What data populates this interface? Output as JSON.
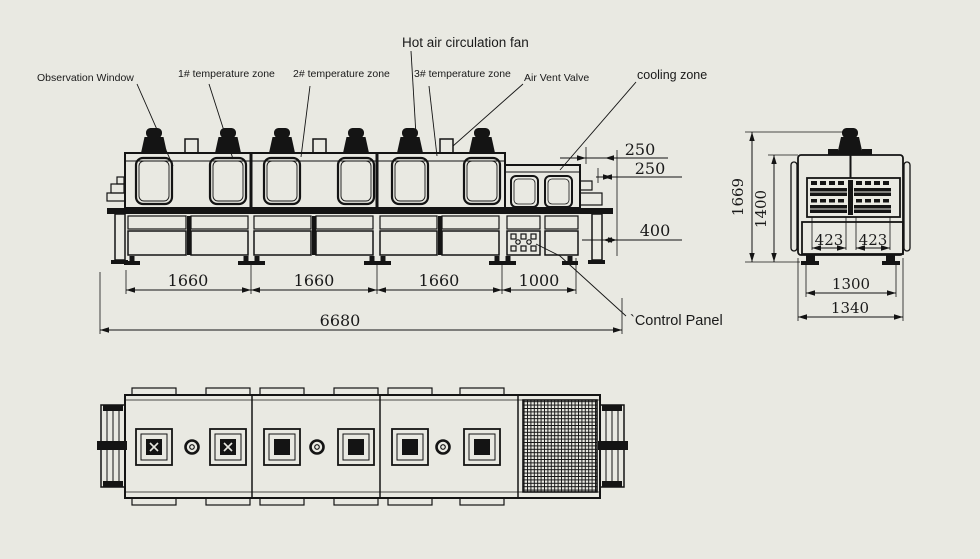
{
  "colors": {
    "background": "#e9e9e2",
    "line": "#141414",
    "text": "#1a1a1a"
  },
  "labels": {
    "observation_window": "Observation Window",
    "temp_zone_1": "1# temperature zone",
    "temp_zone_2": "2# temperature zone",
    "temp_zone_3": "3# temperature zone",
    "hot_air_fan": "Hot air circulation fan",
    "air_vent_valve": "Air Vent Valve",
    "cooling_zone": "cooling zone",
    "control_panel": "`Control Panel"
  },
  "dimensions": {
    "front": {
      "zone1": "1660",
      "zone2": "1660",
      "zone3": "1660",
      "cooling": "1000",
      "total": "6680",
      "top_offset": "250",
      "mid_offset": "250",
      "cabinet_height": "400"
    },
    "side": {
      "overall_height": "1669",
      "body_height": "1400",
      "belt_left": "423",
      "belt_right": "423",
      "inner_width": "1300",
      "overall_width": "1340"
    }
  }
}
